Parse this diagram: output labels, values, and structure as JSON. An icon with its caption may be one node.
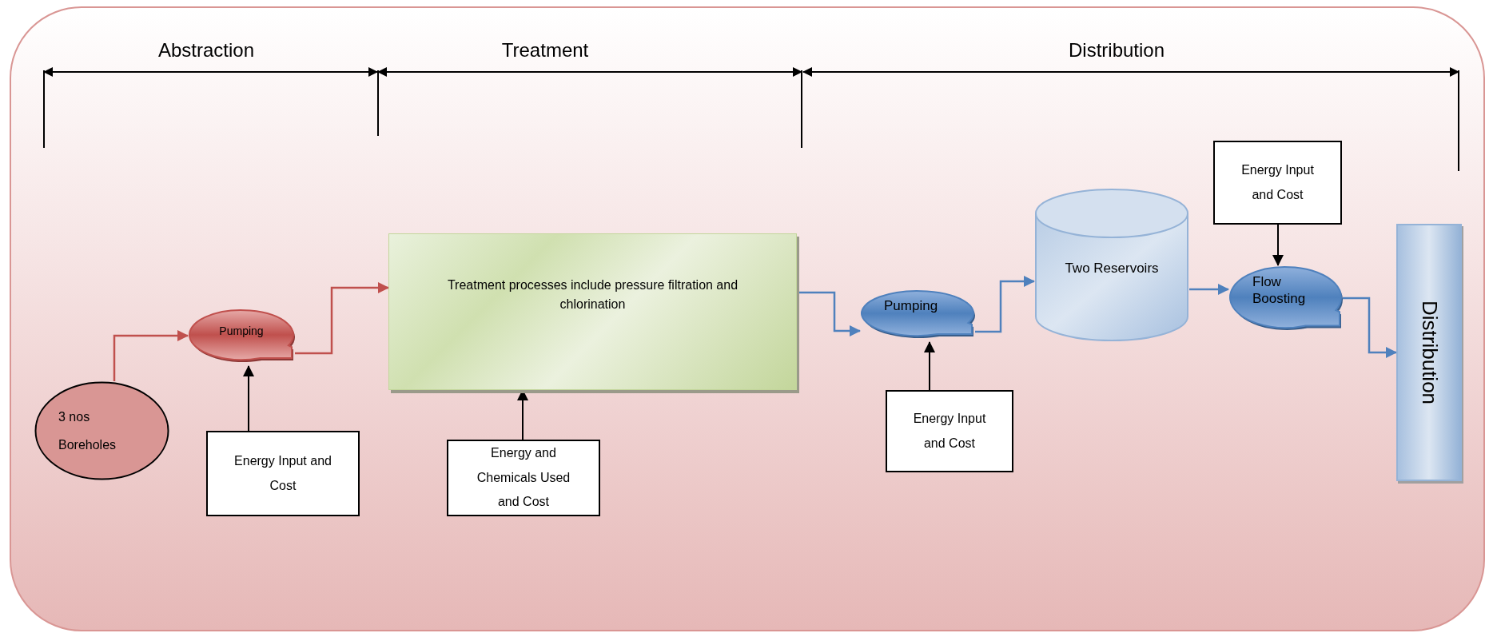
{
  "diagram": {
    "nodes": [
      {
        "text": [
          "3 nos Boreholes"
        ]
      },
      {
        "text": [
          "Pumping"
        ]
      },
      {
        "text": [
          "Energy Input and Cost"
        ]
      },
      {
        "text": [
          "Treatment processes include pressure filtration and chlorination"
        ]
      },
      {
        "text": [
          "Energy and Chemicals Used and Cost"
        ]
      },
      {
        "text": [
          "Pumping"
        ]
      },
      {
        "text": [
          "Energy Input and Cost"
        ]
      },
      {
        "text": [
          "Two Reservoirs"
        ]
      },
      {
        "text": [
          "Energy Input and Cost"
        ]
      },
      {
        "text": [
          "Flow Boosting"
        ]
      },
      {
        "text": [
          "Distribution"
        ]
      }
    ],
    "edges": [
      {
        "from": 0,
        "to": 1,
        "arrow": "to",
        "color": "#c0504d"
      },
      {
        "from": 1,
        "to": 3,
        "arrow": "to",
        "color": "#c0504d"
      },
      {
        "from": 2,
        "to": 1,
        "arrow": "to"
      },
      {
        "from": 4,
        "to": 3,
        "arrow": "to"
      },
      {
        "from": 3,
        "to": 5,
        "arrow": "to",
        "color": "#4f81bd"
      },
      {
        "from": 6,
        "to": 5,
        "arrow": "to"
      },
      {
        "from": 5,
        "to": 7,
        "arrow": "to",
        "color": "#4f81bd"
      },
      {
        "from": 7,
        "to": 9,
        "arrow": "to",
        "color": "#4f81bd"
      },
      {
        "from": 8,
        "to": 9,
        "arrow": "to"
      },
      {
        "from": 9,
        "to": 10,
        "arrow": "to",
        "color": "#4f81bd"
      }
    ],
    "labels": [
      "Abstraction",
      "Treatment",
      "Distribution"
    ]
  }
}
